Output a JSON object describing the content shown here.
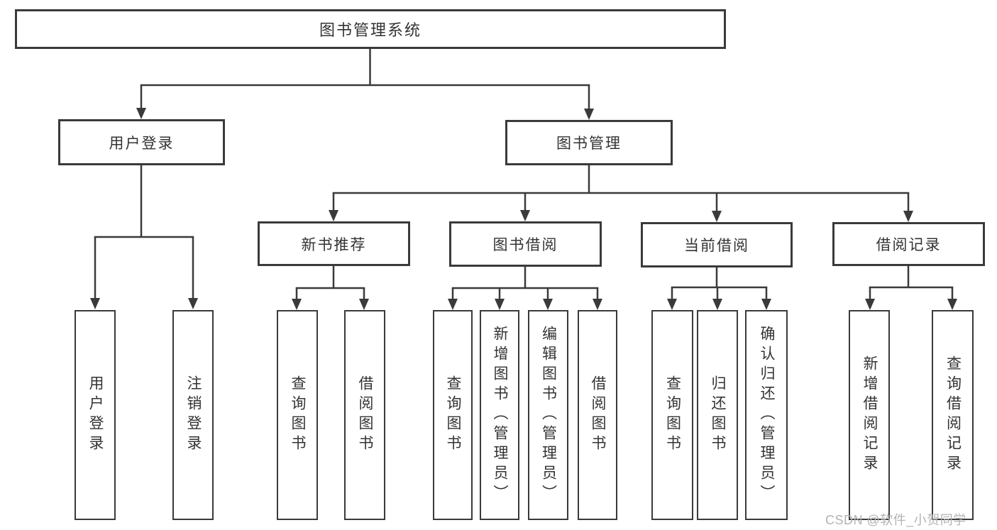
{
  "colors": {
    "line": "#3a3a3a",
    "text": "#333333",
    "watermark": "#b3b3b3",
    "background": "#ffffff"
  },
  "watermark": {
    "text": "CSDN @软件_小贺同学"
  },
  "tree": {
    "label": "图书管理系统",
    "children": [
      {
        "label": "用户登录",
        "children": [
          {
            "label": "用户登录"
          },
          {
            "label": "注销登录"
          }
        ]
      },
      {
        "label": "图书管理",
        "children": [
          {
            "label": "新书推荐",
            "children": [
              {
                "label": "查询图书"
              },
              {
                "label": "借阅图书"
              }
            ]
          },
          {
            "label": "图书借阅",
            "children": [
              {
                "label": "查询图书"
              },
              {
                "label": "新增图书（管理员）"
              },
              {
                "label": "编辑图书（管理员）"
              },
              {
                "label": "借阅图书"
              }
            ]
          },
          {
            "label": "当前借阅",
            "children": [
              {
                "label": "查询图书"
              },
              {
                "label": "归还图书"
              },
              {
                "label": "确认归还（管理员）"
              }
            ]
          },
          {
            "label": "借阅记录",
            "children": [
              {
                "label": "新增借阅记录"
              },
              {
                "label": "查询借阅记录"
              }
            ]
          }
        ]
      }
    ]
  }
}
